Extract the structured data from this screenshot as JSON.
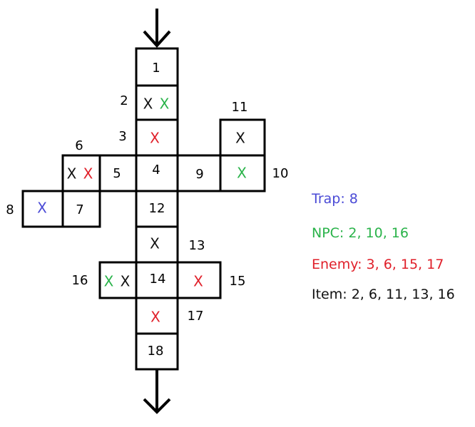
{
  "colors": {
    "trap": "#4a4ad6",
    "npc": "#2ab34a",
    "enemy": "#e0202a",
    "item": "#111111",
    "outline": "#000000"
  },
  "rooms": [
    {
      "id": "1",
      "label": "1",
      "marks": []
    },
    {
      "id": "2",
      "label": "2",
      "marks": [
        {
          "text": "X",
          "kind": "item"
        },
        {
          "text": "X",
          "kind": "npc"
        }
      ]
    },
    {
      "id": "3",
      "label": "3",
      "marks": [
        {
          "text": "X",
          "kind": "enemy"
        }
      ]
    },
    {
      "id": "4",
      "label": "4",
      "marks": []
    },
    {
      "id": "5",
      "label": "5",
      "marks": []
    },
    {
      "id": "6",
      "label": "6",
      "marks": [
        {
          "text": "X",
          "kind": "item"
        },
        {
          "text": "X",
          "kind": "enemy"
        }
      ]
    },
    {
      "id": "7",
      "label": "7",
      "marks": []
    },
    {
      "id": "8",
      "label": "8",
      "marks": [
        {
          "text": "X",
          "kind": "trap"
        }
      ]
    },
    {
      "id": "9",
      "label": "9",
      "marks": []
    },
    {
      "id": "10",
      "label": "10",
      "marks": [
        {
          "text": "X",
          "kind": "npc"
        }
      ]
    },
    {
      "id": "11",
      "label": "11",
      "marks": [
        {
          "text": "X",
          "kind": "item"
        }
      ]
    },
    {
      "id": "12",
      "label": "12",
      "marks": []
    },
    {
      "id": "13",
      "label": "13",
      "marks": [
        {
          "text": "X",
          "kind": "item"
        }
      ]
    },
    {
      "id": "14",
      "label": "14",
      "marks": []
    },
    {
      "id": "15",
      "label": "15",
      "marks": [
        {
          "text": "X",
          "kind": "enemy"
        }
      ]
    },
    {
      "id": "16",
      "label": "16",
      "marks": [
        {
          "text": "X",
          "kind": "npc"
        },
        {
          "text": "X",
          "kind": "item"
        }
      ]
    },
    {
      "id": "17",
      "label": "17",
      "marks": [
        {
          "text": "X",
          "kind": "enemy"
        }
      ]
    },
    {
      "id": "18",
      "label": "18",
      "marks": []
    }
  ],
  "legend": {
    "trap": "Trap: 8",
    "npc": "NPC: 2, 10, 16",
    "enemy": "Enemy: 3, 6, 15, 17",
    "item": "Item: 2, 6, 11, 13, 16"
  }
}
